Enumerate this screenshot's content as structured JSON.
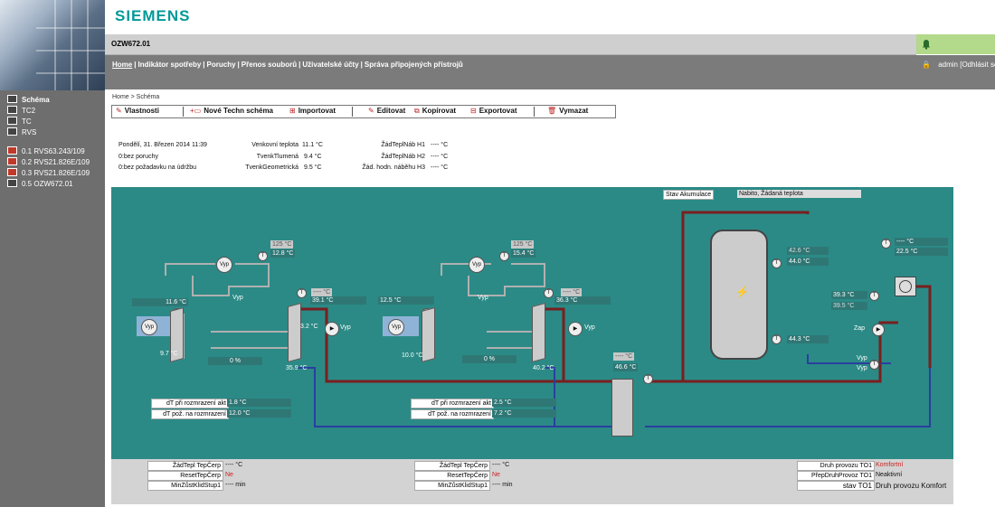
{
  "brand": "SIEMENS",
  "device_title": "OZW672.01",
  "nav": {
    "items": [
      "Home",
      "Indikátor spotřeby",
      "Poruchy",
      "Přenos souborů",
      "Uživatelské účty",
      "Správa připojených přístrojů"
    ],
    "user": "admin",
    "logout": "[Odhlásit se]"
  },
  "sidebar": {
    "items": [
      "Schéma",
      "TC2",
      "TC",
      "RVS",
      "0.1 RVS63.243/109",
      "0.2 RVS21.826E/109",
      "0.3 RVS21.826E/109",
      "0.5 OZW672.01"
    ],
    "icon_labels": [
      "ZV",
      "ZV",
      "ZV",
      "672"
    ]
  },
  "breadcrumb": "Home > Schéma",
  "toolbar": {
    "vlastnosti": "Vlastnosti",
    "nove": "Nové Techn schéma",
    "importovat": "Importovat",
    "editovat": "Editovat",
    "kopirovat": "Kopírovat",
    "exportovat": "Exportovat",
    "vymazat": "Vymazat"
  },
  "info": {
    "datetime": "Pondělí, 31. Březen 2014 11:39",
    "status1": "0:bez poruchy",
    "status2": "0:bez požadavku na údržbu",
    "venkovni_label": "Venkovní teplota",
    "venkovni_val": "11.1 °C",
    "tvenk_tlumena_label": "TvenkTlumená",
    "tvenk_tlumena_val": "9.4 °C",
    "tvenk_geom_label": "TvenkGeometrická",
    "tvenk_geom_val": "9.5 °C",
    "zad_h1_label": "ŽádTeplNáb H1",
    "zad_h1_val": "---- °C",
    "zad_h2_label": "ŽádTeplNáb H2",
    "zad_h2_val": "---- °C",
    "zad_h3_label": "Žád. hodn. náběhu H3",
    "zad_h3_val": "---- °C"
  },
  "diagram": {
    "stav_label": "Stav Akumulace",
    "stav_val": "Nabito, Žádaná teplota",
    "c1": {
      "set1": "125 °C",
      "set2": "12.8 °C",
      "in_temp": "11.6 °C",
      "out_temp": "9.7 °C",
      "dash": "---- °C",
      "t_mid": "39.1 °C",
      "t_right": "3.2 °C",
      "t_bottom": "35.9 °C",
      "valve": "0 %",
      "vyp1": "Vyp",
      "vyp2": "Vyp",
      "vyp3": "Vyp",
      "dt1_label": "dT při rozmrazení akt",
      "dt1_val": "1.8 °C",
      "dt2_label": "dT pož. na rozmrazení",
      "dt2_val": "12.0 °C"
    },
    "c2": {
      "set1": "125 °C",
      "set2": "15.4 °C",
      "in_temp": "12.5 °C",
      "out_temp": "10.0 °C",
      "dash": "---- °C",
      "t_mid": "36.3 °C",
      "t_bottom": "40.2 °C",
      "valve": "0 %",
      "vyp1": "Vyp",
      "vyp2": "Vyp",
      "vyp3": "Vyp",
      "dt1_label": "dT při rozmrazení akt",
      "dt1_val": "2.5 °C",
      "dt2_label": "dT pož. na rozmrazení",
      "dt2_val": "7.2 °C"
    },
    "hx": {
      "dash": "---- °C",
      "temp": "46.6 °C"
    },
    "tank": {
      "t1": "42.6 °C",
      "t2": "44.0 °C",
      "t3": "44.3 °C"
    },
    "rightc": {
      "dash": "---- °C",
      "val": "22.5 °C",
      "t1": "39.3 °C",
      "t2": "39.5 °C",
      "zap": "Zap",
      "vyp1": "Vyp",
      "vyp2": "Vyp"
    }
  },
  "bottom": {
    "left": [
      {
        "label": "ŽádTepl TepČerp",
        "val": "---- °C",
        "red": false
      },
      {
        "label": "ResetTepČerp",
        "val": "Ne",
        "red": true
      },
      {
        "label": "MinZůstKlidStup1",
        "val": "---- min",
        "red": false
      }
    ],
    "mid": [
      {
        "label": "ŽádTepl TepČerp",
        "val": "---- °C",
        "red": false
      },
      {
        "label": "ResetTepČerp",
        "val": "Ne",
        "red": true
      },
      {
        "label": "MinZůstKlidStup1",
        "val": "---- min",
        "red": false
      }
    ],
    "right": [
      {
        "label": "Druh provozu TO1",
        "val": "Komfortní",
        "red": true
      },
      {
        "label": "PřepDruhProvoz TO1",
        "val": "Neaktivní",
        "red": false
      },
      {
        "label": "stav TO1",
        "val": "Druh provozu Komfort",
        "red": false
      }
    ]
  },
  "colors": {
    "pipe_hot": "#7a1f1f",
    "pipe_cold": "#2a3f9e",
    "pipe_gray": "#b0b0b0",
    "panel": "#2b8a86",
    "accent": "#009999"
  }
}
